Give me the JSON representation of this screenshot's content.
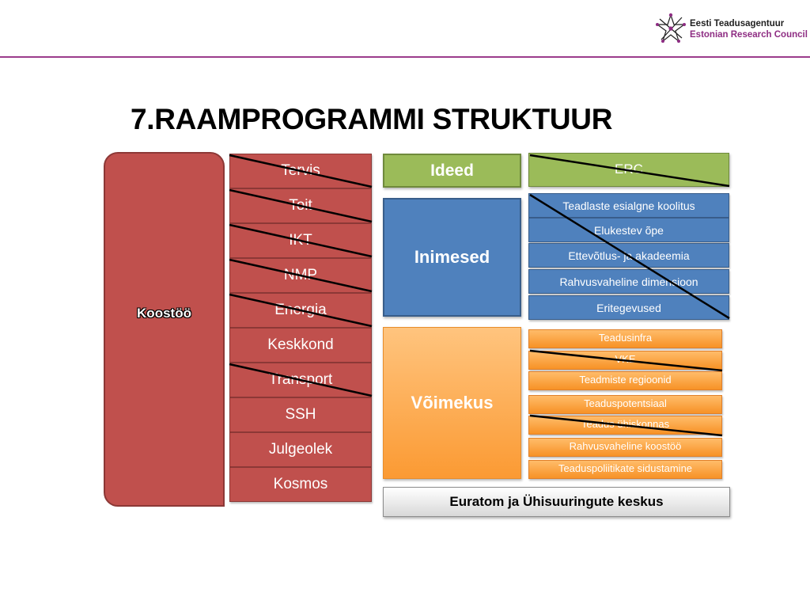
{
  "logo": {
    "line1": "Eesti Teadusagentuur",
    "line2": "Estonian Research Council",
    "icon": "star-network-icon",
    "colors": {
      "dark": "#1f1f1f",
      "accent": "#8e2d83"
    }
  },
  "title": "7.RAAMPROGRAMMI STRUKTUUR",
  "koostoo": {
    "label": "Koostöö",
    "color": "#c0504d"
  },
  "themes": [
    {
      "label": "Tervis",
      "struck": true
    },
    {
      "label": "Toit",
      "struck": true
    },
    {
      "label": "IKT",
      "struck": true
    },
    {
      "label": "NMP",
      "struck": true
    },
    {
      "label": "Energia",
      "struck": true
    },
    {
      "label": "Keskkond",
      "struck": false
    },
    {
      "label": "Transport",
      "struck": true
    },
    {
      "label": "SSH",
      "struck": false
    },
    {
      "label": "Julgeolek",
      "struck": false
    },
    {
      "label": "Kosmos",
      "struck": false
    }
  ],
  "programs": {
    "ideed": {
      "label": "Ideed",
      "color": "#9bbb59"
    },
    "inimesed": {
      "label": "Inimesed",
      "color": "#4f81bd"
    },
    "voimekus": {
      "label": "Võimekus",
      "color": "#f79646"
    }
  },
  "erc": {
    "label": "ERC",
    "struck": true
  },
  "inimesed_items": [
    "Teadlaste esialgne koolitus",
    "Elukestev õpe",
    "Ettevõtlus- ja akadeemia",
    "Rahvusvaheline dimensioon",
    "Eritegevused"
  ],
  "voimekus_items": [
    {
      "label": "Teadusinfra",
      "struck": false
    },
    {
      "label": "VKE",
      "struck": true
    },
    {
      "label": "Teadmiste regioonid",
      "struck": false
    },
    {
      "label": "Teaduspotentsiaal",
      "struck": false
    },
    {
      "label": "Teadus ühiskonnas",
      "struck": true
    },
    {
      "label": "Rahvusvaheline koostöö",
      "struck": false
    },
    {
      "label": "Teaduspoliitikate sidustamine",
      "struck": false
    }
  ],
  "euratom": {
    "label": "Euratom ja Ühisuuringute keskus"
  }
}
